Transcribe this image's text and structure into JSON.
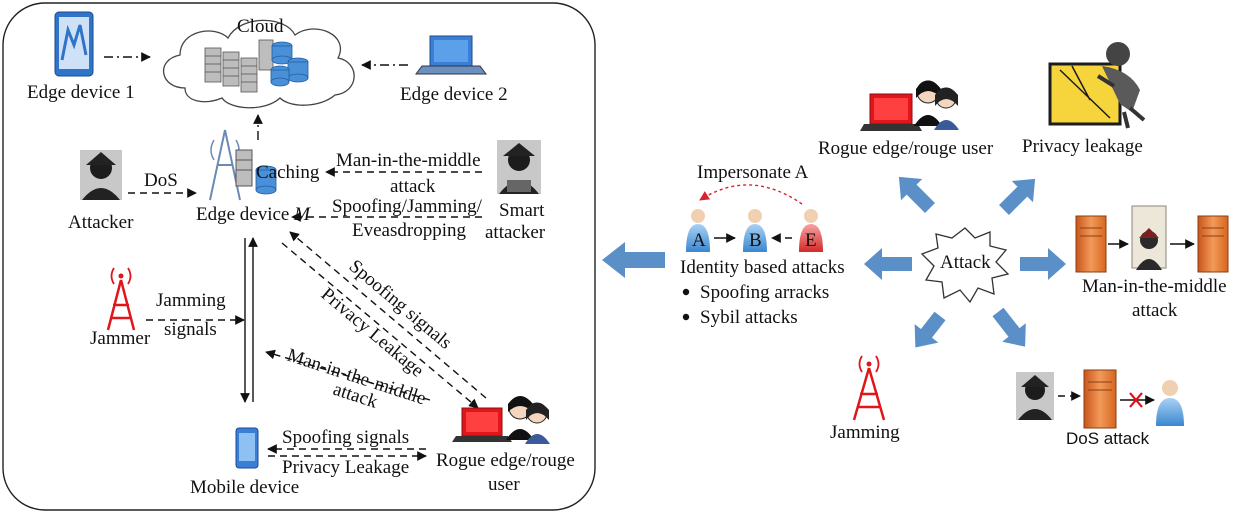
{
  "left_panel": {
    "cloud_label": "Cloud",
    "edge_device_1": "Edge device 1",
    "edge_device_2": "Edge device 2",
    "attacker": "Attacker",
    "dos": "DoS",
    "caching": "Caching",
    "edge_device_m_prefix": "Edge device ",
    "edge_device_m_var": "M",
    "mitm_top_1": "Man-in-the-middle",
    "mitm_top_2": "attack",
    "spoof_jam_1": "Spoofing/Jamming/",
    "spoof_jam_2": "Eveasdropping",
    "smart_attacker_1": "Smart",
    "smart_attacker_2": "attacker",
    "jammer": "Jammer",
    "jamming_signals_1": "Jamming",
    "jamming_signals_2": "signals",
    "spoofing_signals_diag": "Spoofing signals",
    "privacy_leakage_diag": "Privacy Leakage",
    "mitm_bottom_1": "Man-in-the-middle",
    "mitm_bottom_2": "attack",
    "spoofing_signals_bottom": "Spoofing signals",
    "privacy_leakage_bottom": "Privacy Leakage",
    "mobile_device": "Mobile device",
    "rogue_1": "Rogue edge/rouge",
    "rogue_2": "user"
  },
  "right_panel": {
    "impersonate": "Impersonate A",
    "node_a": "A",
    "node_b": "B",
    "node_e": "E",
    "identity_attacks": "Identity based attacks",
    "bullet_1": "Spoofing arracks",
    "bullet_2": "Sybil attacks",
    "attack_center": "Attack",
    "rogue_user": "Rogue edge/rouge user",
    "privacy_leakage": "Privacy leakage",
    "mitm_1": "Man-in-the-middle",
    "mitm_2": "attack",
    "jamming": "Jamming",
    "dos_attack": "DoS attack"
  },
  "colors": {
    "arrow_blue": "#5a8fc7",
    "laptop_red": "#e0161b",
    "jammer_red": "#e0161b",
    "server_orange": "#e8762d",
    "device_blue": "#3a7fd5",
    "impersonate_red": "#d9232d"
  }
}
